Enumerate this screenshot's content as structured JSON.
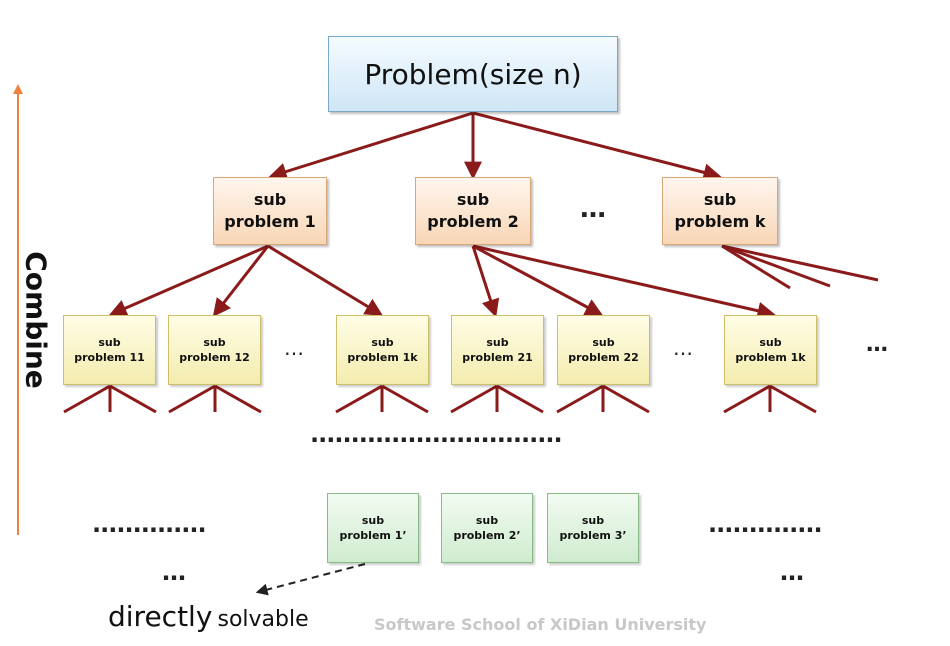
{
  "root": {
    "label": "Problem(size n)"
  },
  "level1": [
    {
      "line1": "sub",
      "line2": "problem 1"
    },
    {
      "line1": "sub",
      "line2": "problem 2"
    },
    {
      "line1": "sub",
      "line2": "problem k"
    }
  ],
  "level2": [
    {
      "line1": "sub",
      "line2": "problem 11"
    },
    {
      "line1": "sub",
      "line2": "problem 12"
    },
    {
      "line1": "sub",
      "line2": "problem 1k"
    },
    {
      "line1": "sub",
      "line2": "problem 21"
    },
    {
      "line1": "sub",
      "line2": "problem 22"
    },
    {
      "line1": "sub",
      "line2": "problem 1k"
    }
  ],
  "leaves": [
    {
      "line1": "sub",
      "line2": "problem 1’"
    },
    {
      "line1": "sub",
      "line2": "problem 2’"
    },
    {
      "line1": "sub",
      "line2": "problem 3’"
    }
  ],
  "ellipses": {
    "level1": "…",
    "level2_a": "…",
    "level2_b": "…",
    "level2_c": "…",
    "middle_row": "·······························",
    "left_row": "··············",
    "right_row": "··············",
    "left_bottom": "…",
    "right_bottom": "…"
  },
  "combine_label": "Combine",
  "directly_word": "directly",
  "solvable_word": "solvable",
  "watermark": "Software School of XiDian University",
  "colors": {
    "arrow": "#8b1a1a",
    "combine_arrow": "#f08040",
    "watermark": "#c8c8c8"
  }
}
